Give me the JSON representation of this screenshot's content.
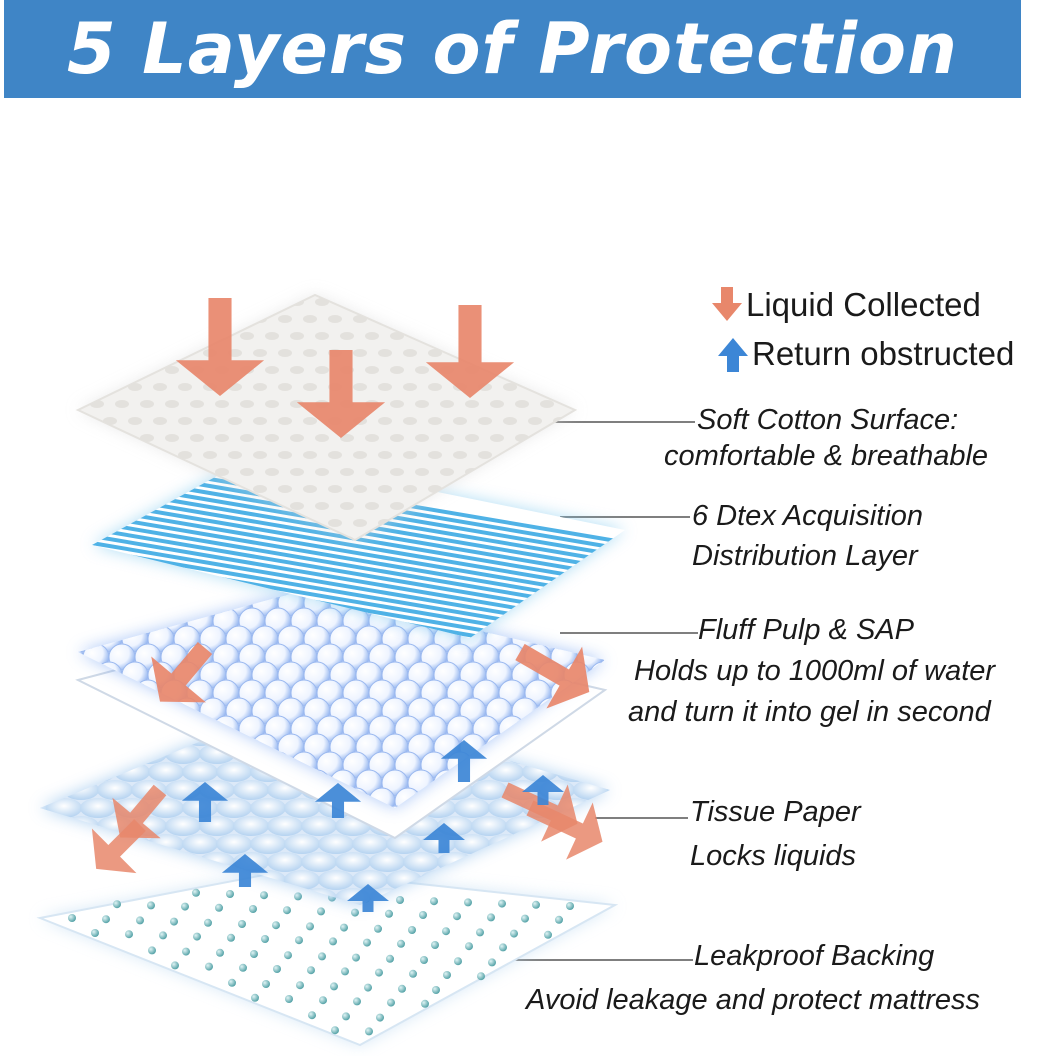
{
  "header": {
    "title": "5 Layers of Protection"
  },
  "legend": {
    "liquid_collected": "Liquid Collected",
    "return_obstructed": "Return obstructed",
    "down_arrow_icon": "down-arrow-icon",
    "up_arrow_icon": "up-arrow-icon",
    "down_color": "#e8876b",
    "up_color": "#3c86d6"
  },
  "layers": [
    {
      "title": "Soft Cotton Surface:",
      "desc": "comfortable & breathable"
    },
    {
      "title": "6 Dtex Acquisition",
      "desc": "Distribution Layer"
    },
    {
      "title": "Fluff Pulp & SAP",
      "desc": "Holds up to 1000ml of water",
      "desc2": "and turn it into gel in second"
    },
    {
      "title": "Tissue Paper",
      "desc": "Locks liquids"
    },
    {
      "title": "Leakproof Backing",
      "desc": "Avoid leakage and protect mattress"
    }
  ],
  "colors": {
    "banner": "#3f85c6",
    "arrow_down": "#e8876b",
    "arrow_up": "#3c86d6",
    "acquisition_stripes": "#4fb2e6"
  }
}
